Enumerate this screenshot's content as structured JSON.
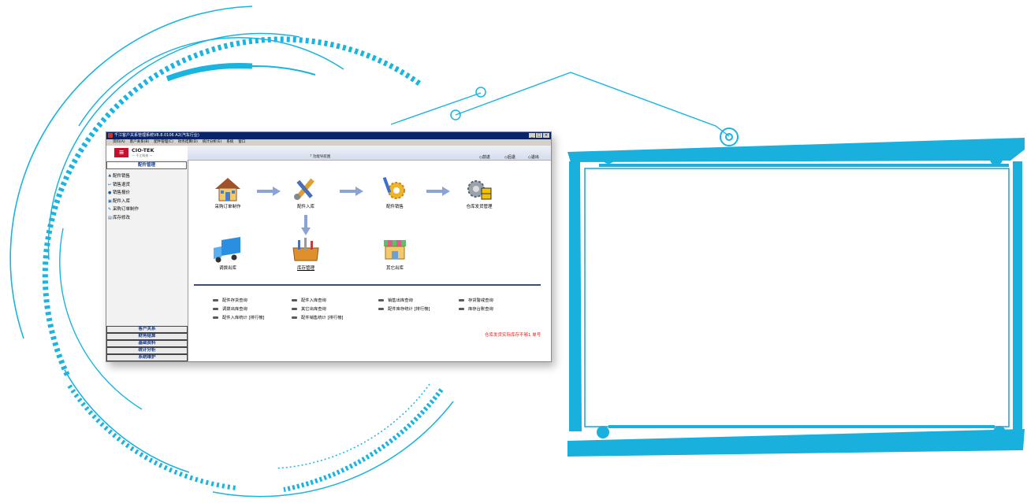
{
  "window": {
    "title": "千江客户关系管理系统V8.8.0106 A2(汽车行业)",
    "controls": [
      "_",
      "□",
      "×"
    ]
  },
  "menu": [
    "资料(A)",
    "客户关系(B)",
    "配件管理(C)",
    "财务结算(D)",
    "统计分析(E)",
    "系统",
    "窗口"
  ],
  "logo": {
    "name": "CIO-TEK",
    "sub": "— 千江科技 —"
  },
  "header": {
    "title": "「 功能导航图",
    "buttons": [
      "◇前进",
      "◇后退",
      "◇退出"
    ]
  },
  "sidebar": {
    "section_title": "配件管理",
    "items": [
      {
        "label": "配件销售",
        "icon": "sales-icon"
      },
      {
        "label": "销售退货",
        "icon": "return-icon"
      },
      {
        "label": "销售报价",
        "icon": "quote-icon"
      },
      {
        "label": "配件入库",
        "icon": "stock-in-icon"
      },
      {
        "label": "采购订单制作",
        "icon": "purchase-order-icon"
      },
      {
        "label": "库存修改",
        "icon": "stock-edit-icon"
      }
    ],
    "categories": [
      "客户关系",
      "财务结算",
      "基础资料",
      "统计分析",
      "系统维护"
    ]
  },
  "flow": {
    "top": [
      "采购订单制作",
      "配件入库",
      "配件销售",
      "仓库发货管理"
    ],
    "bottom": [
      "调拨出库",
      "库存管理",
      "其它出库"
    ]
  },
  "queries": [
    [
      "配件存货查询",
      "调拨出库查询",
      "配件入库统计 [排行榜]"
    ],
    [
      "配件入库查询",
      "其它出库查询",
      "配件销售统计 [排行榜]"
    ],
    [
      "销售出库查询",
      "配件库存统计 [排行榜]"
    ],
    [
      "存货警戒查询",
      "库存台账查询"
    ]
  ],
  "warning": "仓库发货实际库存不够1 单号",
  "colors": {
    "accent": "#1ab0de",
    "titlebar": "#0a246a",
    "brand": "#c8102e",
    "warning": "#e02020"
  }
}
